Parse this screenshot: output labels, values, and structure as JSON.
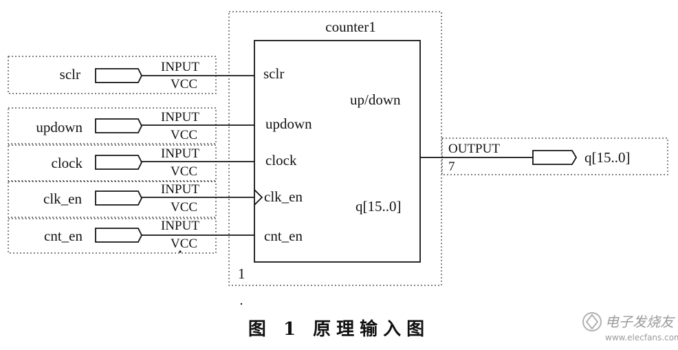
{
  "component": {
    "title": "counter1",
    "footer": "1",
    "ports_in": [
      "sclr",
      "updown",
      "clock",
      "clk_en",
      "cnt_en"
    ],
    "ports_out": [
      "up/down",
      "q[15..0]"
    ]
  },
  "inputs": [
    {
      "name": "sclr",
      "type": "INPUT",
      "pullup": "VCC"
    },
    {
      "name": "updown",
      "type": "INPUT",
      "pullup": "VCC"
    },
    {
      "name": "clock",
      "type": "INPUT",
      "pullup": "VCC"
    },
    {
      "name": "clk_en",
      "type": "INPUT",
      "pullup": "VCC"
    },
    {
      "name": "cnt_en",
      "type": "INPUT",
      "pullup": "VCC"
    }
  ],
  "output": {
    "type": "OUTPUT",
    "number": "7",
    "name": "q[15..0]"
  },
  "caption": "图 1  原理输入图",
  "watermark": {
    "text": "电子发烧友",
    "url": "www.elecfans.com"
  }
}
